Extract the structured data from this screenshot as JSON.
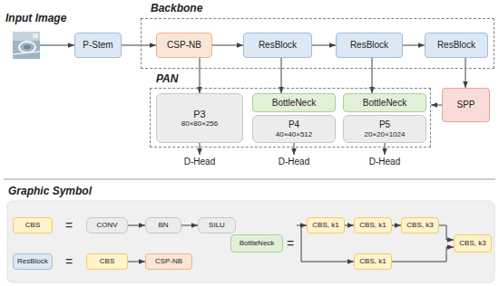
{
  "diagram": {
    "nodes": [
      {
        "text": [
          "Input Image"
        ]
      },
      {
        "text": [
          "P-Stem"
        ]
      },
      {
        "text": [
          "Backbone"
        ]
      },
      {
        "text": [
          "CSP-NB"
        ],
        "in": 2
      },
      {
        "text": [
          "ResBlock"
        ],
        "in": 2
      },
      {
        "text": [
          "ResBlock"
        ],
        "in": 2
      },
      {
        "text": [
          "ResBlock"
        ],
        "in": 2
      },
      {
        "text": [
          "PAN"
        ]
      },
      {
        "text": [
          "P3",
          "80×80×256"
        ],
        "in": 7
      },
      {
        "text": [
          "BottleNeck"
        ],
        "in": 7
      },
      {
        "text": [
          "P4",
          "40×40×512"
        ],
        "in": 7
      },
      {
        "text": [
          "BottleNeck"
        ],
        "in": 7
      },
      {
        "text": [
          "P5",
          "20×20×1024"
        ],
        "in": 7
      },
      {
        "text": [
          "SPP"
        ]
      },
      {
        "text": [
          "D-Head"
        ]
      },
      {
        "text": [
          "D-Head"
        ]
      },
      {
        "text": [
          "D-Head"
        ]
      },
      {
        "text": [
          "Graphic Symbol"
        ]
      },
      {
        "text": [
          "CBS"
        ],
        "in": 17
      },
      {
        "text": [
          "CONV"
        ],
        "in": 17
      },
      {
        "text": [
          "BN"
        ],
        "in": 17
      },
      {
        "text": [
          "SILU"
        ],
        "in": 17
      },
      {
        "text": [
          "ResBlock"
        ],
        "in": 17
      },
      {
        "text": [
          "CBS"
        ],
        "in": 17
      },
      {
        "text": [
          "CSP-NB"
        ],
        "in": 17
      },
      {
        "text": [
          "BottleNeck"
        ],
        "in": 17
      },
      {
        "text": [
          "CBS, k1"
        ],
        "in": 17
      },
      {
        "text": [
          "CBS, k1"
        ],
        "in": 17
      },
      {
        "text": [
          "CBS, k3"
        ],
        "in": 17
      },
      {
        "text": [
          "CBS, k1"
        ],
        "in": 17
      },
      {
        "text": [
          "CBS, k3"
        ],
        "in": 17
      }
    ],
    "edges": [
      {
        "from": 0,
        "to": 1,
        "arrow": "to"
      },
      {
        "from": 1,
        "to": 3,
        "arrow": "to"
      },
      {
        "from": 3,
        "to": 4,
        "arrow": "to"
      },
      {
        "from": 4,
        "to": 5,
        "arrow": "to"
      },
      {
        "from": 5,
        "to": 6,
        "arrow": "to"
      },
      {
        "from": 3,
        "to": 8,
        "arrow": "to"
      },
      {
        "from": 4,
        "to": 9,
        "arrow": "to"
      },
      {
        "from": 5,
        "to": 11,
        "arrow": "to"
      },
      {
        "from": 6,
        "to": 13,
        "arrow": "to"
      },
      {
        "from": 13,
        "to": 7,
        "arrow": "to"
      },
      {
        "from": 8,
        "to": 14,
        "arrow": "to"
      },
      {
        "from": 10,
        "to": 15,
        "arrow": "to"
      },
      {
        "from": 12,
        "to": 16,
        "arrow": "to"
      },
      {
        "from": 19,
        "to": 20,
        "arrow": "to"
      },
      {
        "from": 20,
        "to": 21,
        "arrow": "to"
      },
      {
        "from": 23,
        "to": 24,
        "arrow": "to"
      },
      {
        "from": 26,
        "to": 27,
        "arrow": "to"
      },
      {
        "from": 27,
        "to": 28,
        "arrow": "to"
      },
      {
        "from": 28,
        "to": 30,
        "arrow": "to"
      },
      {
        "from": 29,
        "to": 30,
        "arrow": "to"
      }
    ],
    "labels": [
      "=",
      "=",
      "="
    ]
  }
}
